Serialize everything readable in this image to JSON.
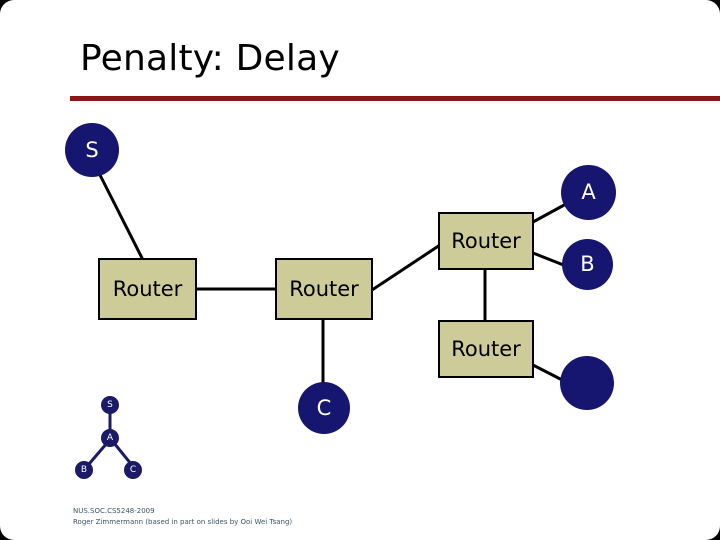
{
  "slide": {
    "title": "Penalty: Delay",
    "accent_color": "#8a1616",
    "background_color": "#ffffff",
    "node_color": "#161670",
    "router_fill": "#cdcc99",
    "router_border": "#000000"
  },
  "diagram": {
    "routers": [
      {
        "label": "Router",
        "name": "router-left"
      },
      {
        "label": "Router",
        "name": "router-center"
      },
      {
        "label": "Router",
        "name": "router-upper-right"
      },
      {
        "label": "Router",
        "name": "router-lower-right"
      }
    ],
    "hosts": [
      {
        "label": "S",
        "name": "host-s"
      },
      {
        "label": "A",
        "name": "host-a"
      },
      {
        "label": "B",
        "name": "host-b"
      },
      {
        "label": "C",
        "name": "host-c"
      },
      {
        "label": "",
        "name": "host-unlabeled"
      }
    ]
  },
  "mini_tree": {
    "nodes": [
      {
        "label": "S"
      },
      {
        "label": "A"
      },
      {
        "label": "B"
      },
      {
        "label": "C"
      }
    ]
  },
  "footer": {
    "line1": "NUS.SOC.CS5248-2009",
    "line2": "Roger Zimmermann (based in part on slides by Ooi Wei Tsang)"
  }
}
